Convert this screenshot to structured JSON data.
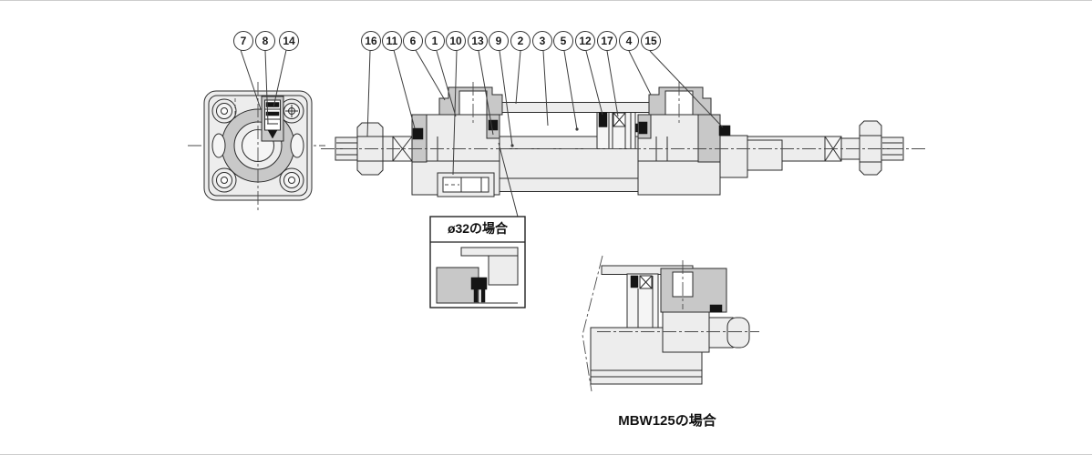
{
  "figure": {
    "left_view": {
      "callouts": [
        "7",
        "8",
        "14"
      ]
    },
    "main_view": {
      "callouts": [
        "16",
        "11",
        "6",
        "1",
        "10",
        "13",
        "9",
        "2",
        "3",
        "5",
        "12",
        "17",
        "4",
        "15"
      ]
    },
    "inset_box": {
      "title": "ø32の場合"
    },
    "detail_view": {
      "caption": "MBW125の場合"
    },
    "colors": {
      "outline": "#2b2b2b",
      "fill_light": "#ededed",
      "fill_shaded": "#c8c8c8",
      "seal_black": "#141414",
      "background": "#ffffff"
    }
  }
}
